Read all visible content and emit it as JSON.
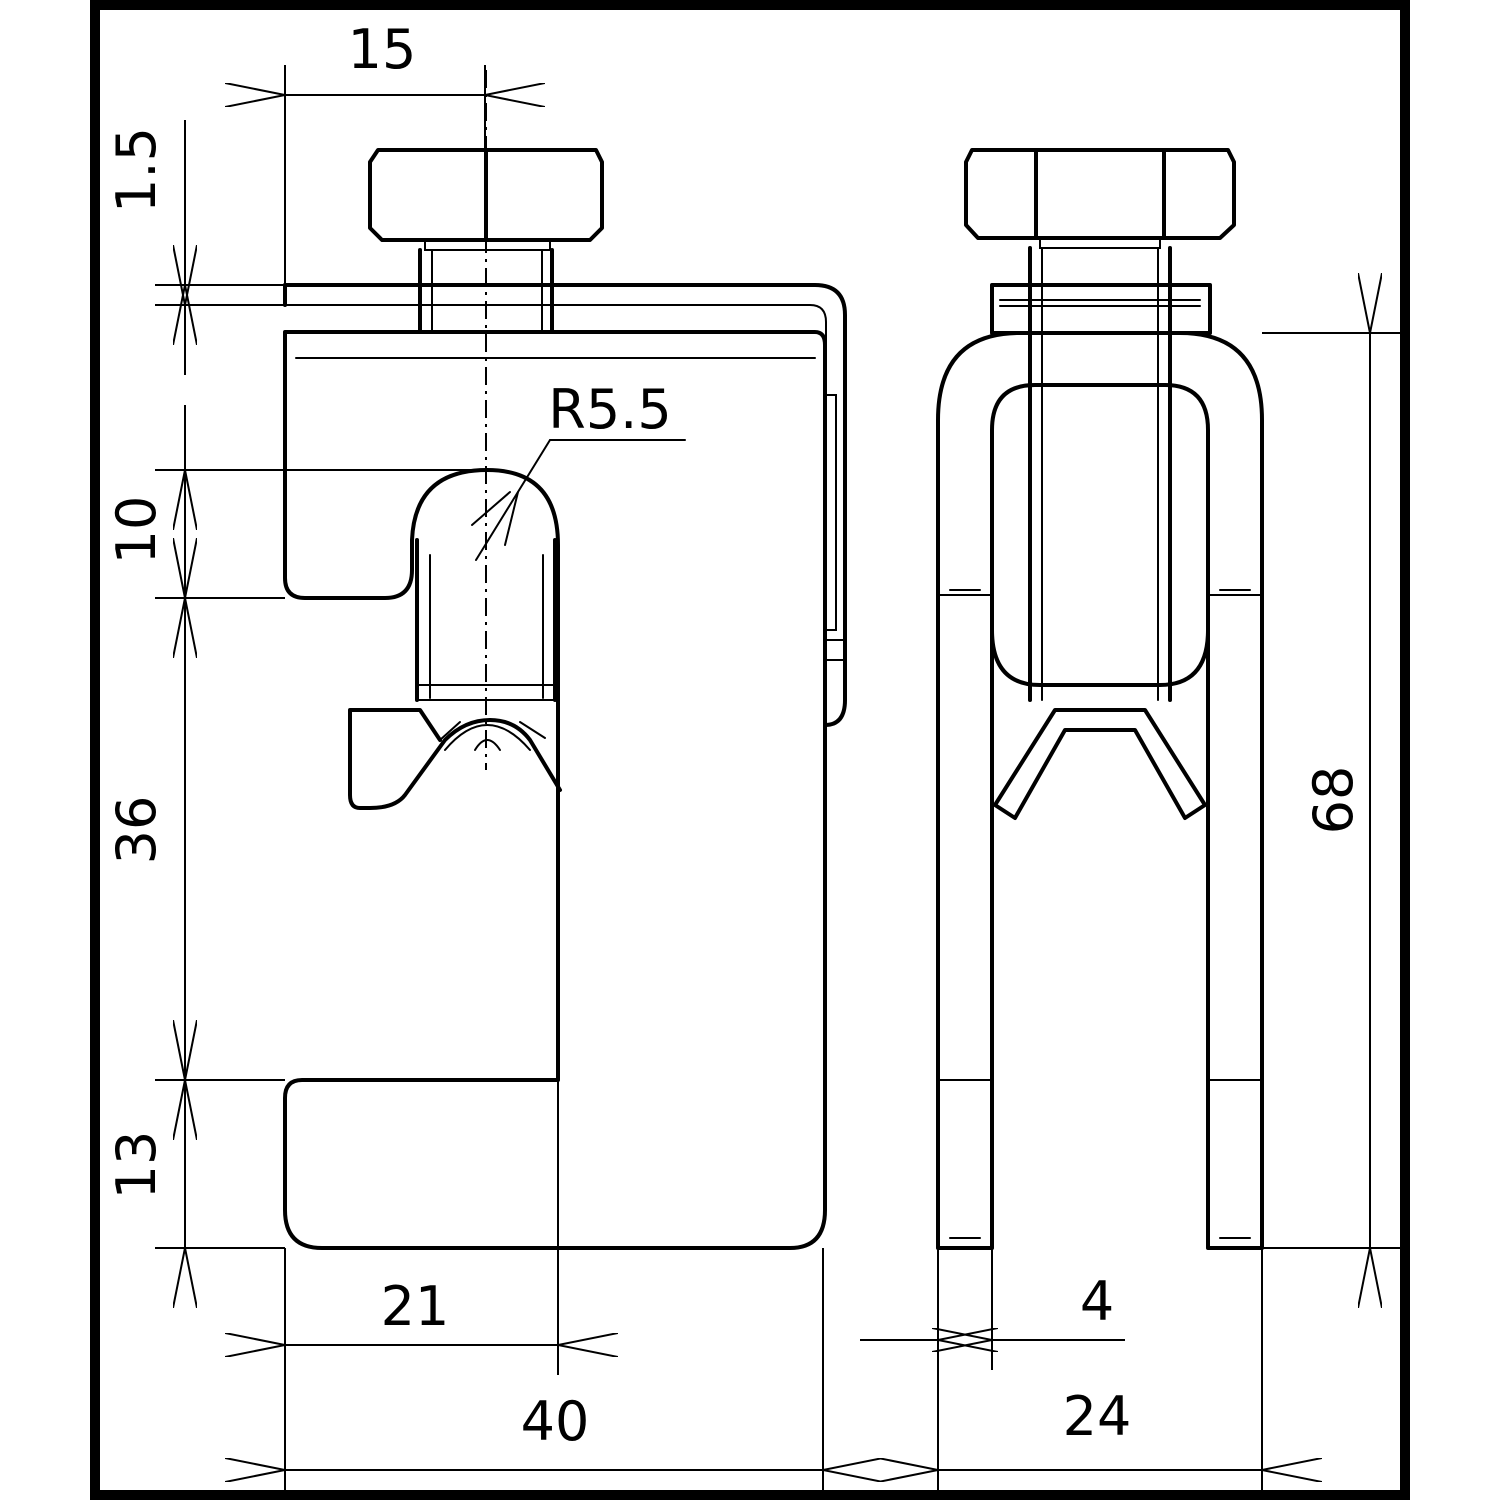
{
  "drawing": {
    "frame_color": "#000000",
    "line_color": "#000000",
    "background": "#ffffff"
  },
  "dimensions": {
    "top_width": "15",
    "plate_thickness": "1.5",
    "slot_height": "10",
    "radius": "R5.5",
    "jaw_height": "36",
    "bottom_lip": "13",
    "throat_width": "21",
    "total_width": "40",
    "wall_thickness": "4",
    "side_width": "24",
    "total_height": "68"
  }
}
